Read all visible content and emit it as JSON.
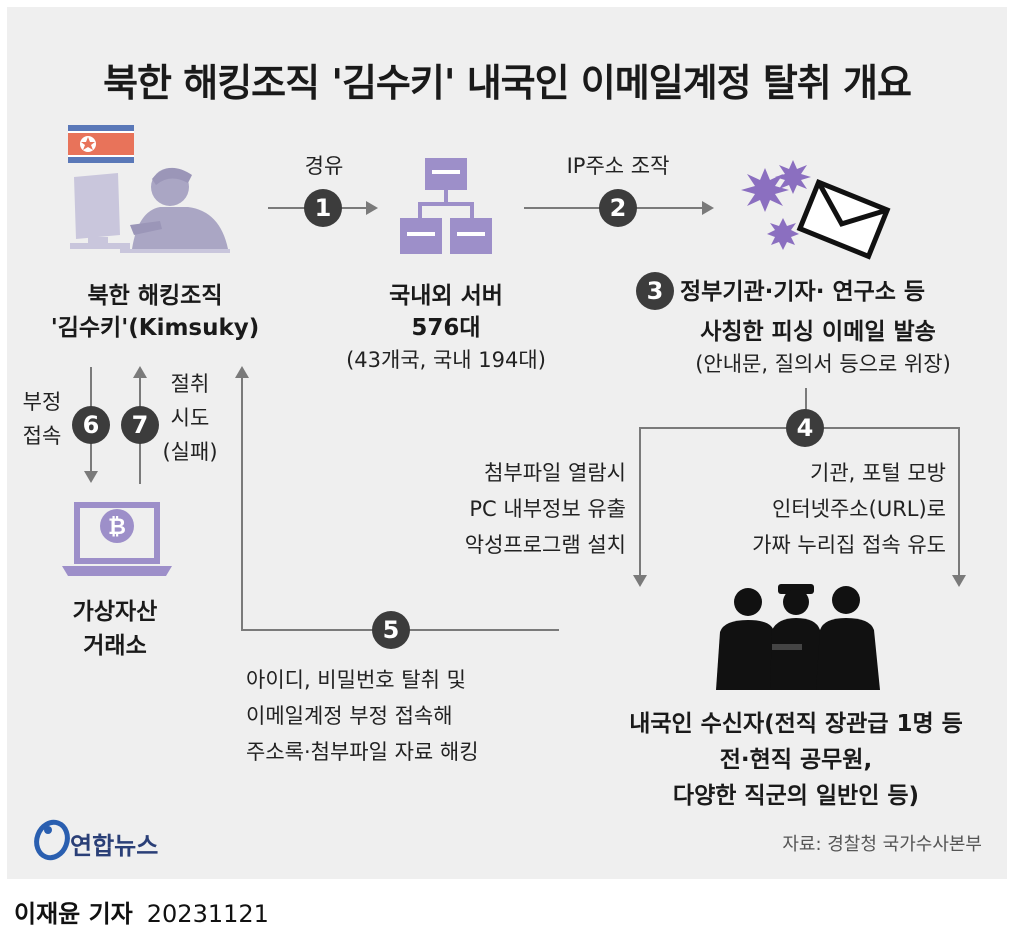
{
  "title": "북한 해킹조직 '김수키' 내국인 이메일계정 탈취 개요",
  "hacker": {
    "line1": "북한 해킹조직",
    "line2": "'김수키'(Kimsuky)"
  },
  "step1": {
    "num": "1",
    "label": "경유"
  },
  "server": {
    "line1": "국내외 서버",
    "line2": "576대",
    "note": "(43개국, 국내 194대)"
  },
  "step2": {
    "num": "2",
    "label": "IP주소 조작"
  },
  "step3": {
    "num": "3",
    "line1": "정부기관·기자· 연구소 등",
    "line2": "사칭한 피싱 이메일 발송",
    "note": "(안내문, 질의서 등으로 위장)"
  },
  "step4": {
    "num": "4",
    "left": [
      "첨부파일 열람시",
      "PC 내부정보 유출",
      "악성프로그램 설치"
    ],
    "right": [
      "기관, 포털 모방",
      "인터넷주소(URL)로",
      "가짜 누리집 접속 유도"
    ]
  },
  "recipients": {
    "line1": "내국인 수신자(전직 장관급 1명 등",
    "line2": "전·현직 공무원,",
    "line3": "다양한 직군의 일반인 등)"
  },
  "step5": {
    "num": "5",
    "lines": [
      "아이디, 비밀번호 탈취 및",
      "이메일계정 부정 접속해",
      "주소록·첨부파일 자료 해킹"
    ]
  },
  "step6": {
    "num": "6",
    "lines": [
      "부정",
      "접속"
    ]
  },
  "step7": {
    "num": "7",
    "lines": [
      "절취",
      "시도",
      "(실패)"
    ]
  },
  "exchange": {
    "line1": "가상자산",
    "line2": "거래소"
  },
  "logo": {
    "text": "연합뉴스"
  },
  "source": "자료: 경찰청 국가수사본부",
  "footer": {
    "author": "이재윤 기자",
    "date": "20231121"
  },
  "colors": {
    "accent_purple": "#9d8fc9",
    "flag_red": "#e8735a",
    "flag_blue": "#5a78b8",
    "badge": "#3c3c3c",
    "figure_gray": "#b5b2cc"
  },
  "icons": {
    "hacker": "computer-user-icon",
    "server": "server-network-icon",
    "email": "phishing-email-icon",
    "exchange": "bitcoin-laptop-icon",
    "people": "people-silhouette-icon"
  }
}
